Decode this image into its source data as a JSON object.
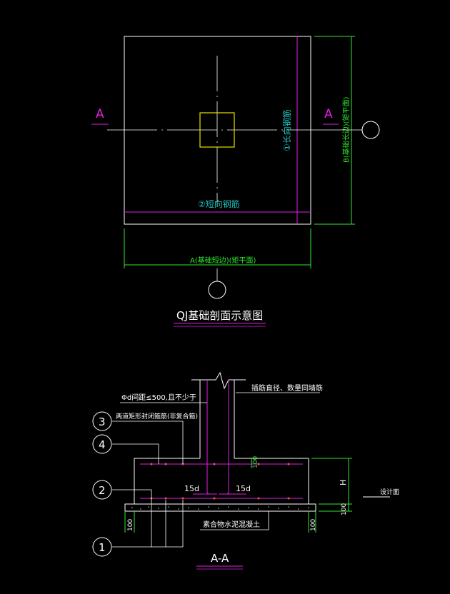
{
  "colors": {
    "background": "#000000",
    "outline": "#ffffff",
    "rebar": "#e020e0",
    "column": "#e8e000",
    "dimension": "#2ee82e",
    "label_cyan": "#20c0c0",
    "title_underline": "#e020e0"
  },
  "plan": {
    "section_mark_left": "A",
    "section_mark_right": "A",
    "rebar_1_label": "①长向钢筋",
    "rebar_2_label": "②短向钢筋",
    "dim_width": "A(基础短边)(矩平面)",
    "dim_height": "B(基础长边)(矩平面)",
    "title": "QJ基础剖面示意图"
  },
  "section": {
    "note_top_right": "插筋直径、数量同墙筋",
    "note_spacing": "Φd间距≤500,且不少于",
    "note_stirrup": "两道矩形封闭箍筋(非复合箍)",
    "label_15d_left": "15d",
    "label_15d_right": "15d",
    "dim_100_cover": "100",
    "dim_H": "H",
    "dim_100_left": "100",
    "dim_100_right": "100",
    "dim_100_bottom": "100",
    "ground_label": "设计面",
    "bedding_label": "素合物水泥混凝土",
    "callout_1": "1",
    "callout_2": "2",
    "callout_3": "3",
    "callout_4": "4",
    "title": "A-A"
  }
}
